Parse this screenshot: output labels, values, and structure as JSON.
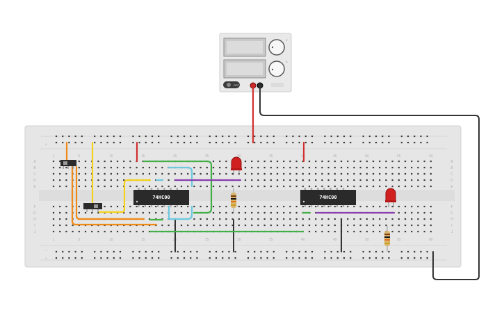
{
  "power_supply": {
    "voltage_display": "",
    "current_display": "",
    "voltage_knob_label": "V",
    "current_knob_label": "A",
    "power_button_label": "OFF"
  },
  "breadboard": {
    "column_labels_top": [
      "1",
      "5",
      "10",
      "15",
      "20",
      "25",
      "30",
      "35",
      "40",
      "45",
      "50",
      "55",
      "60"
    ],
    "column_labels_bottom": [
      "1",
      "5",
      "10",
      "15",
      "20",
      "25",
      "30",
      "35",
      "40",
      "45",
      "50",
      "55",
      "60"
    ],
    "row_labels_upper": [
      "A",
      "B",
      "C",
      "D",
      "E"
    ],
    "row_labels_lower": [
      "F",
      "G",
      "H",
      "I",
      "J"
    ],
    "rail_plus": "+",
    "rail_minus": "−"
  },
  "chips": [
    {
      "label": "74HC00"
    },
    {
      "label": "74HC00"
    }
  ],
  "colors": {
    "board": "#e6e6e6",
    "hole": "#3a3a3a",
    "red_wire": "#d32f2f",
    "black_wire": "#333333",
    "orange_wire": "#f08a17",
    "yellow_wire": "#f4d21b",
    "green_wire": "#43b047",
    "cyan_wire": "#6cc9e0",
    "purple_wire": "#8a3fb0",
    "led": "#d0201f",
    "chip": "#2a2a2a"
  }
}
